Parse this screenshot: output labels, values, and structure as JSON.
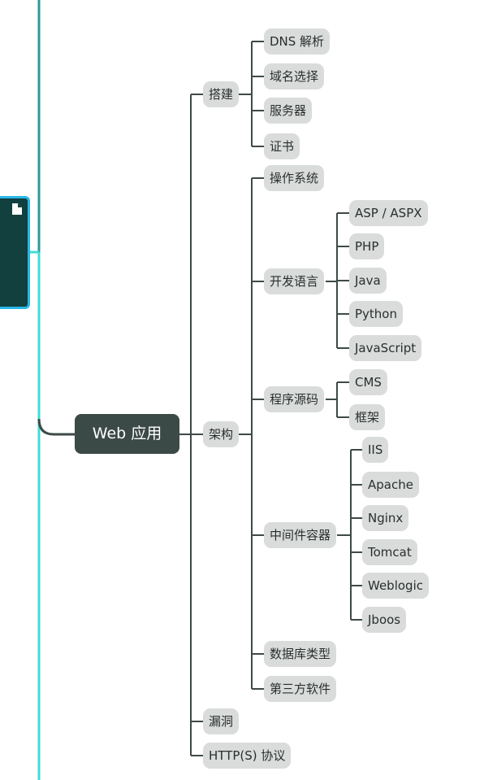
{
  "root": {
    "label": "Web 应用"
  },
  "branches": [
    {
      "label": "搭建",
      "children": [
        {
          "label": "DNS 解析"
        },
        {
          "label": "域名选择"
        },
        {
          "label": "服务器"
        },
        {
          "label": "证书"
        }
      ]
    },
    {
      "label": "架构",
      "children": [
        {
          "label": "操作系统"
        },
        {
          "label": "开发语言",
          "children": [
            {
              "label": "ASP / ASPX"
            },
            {
              "label": "PHP"
            },
            {
              "label": "Java"
            },
            {
              "label": "Python"
            },
            {
              "label": "JavaScript"
            }
          ]
        },
        {
          "label": "程序源码",
          "children": [
            {
              "label": "CMS"
            },
            {
              "label": "框架"
            }
          ]
        },
        {
          "label": "中间件容器",
          "children": [
            {
              "label": "IIS"
            },
            {
              "label": "Apache"
            },
            {
              "label": "Nginx"
            },
            {
              "label": "Tomcat"
            },
            {
              "label": "Weblogic"
            },
            {
              "label": "Jboos"
            }
          ]
        },
        {
          "label": "数据库类型"
        },
        {
          "label": "第三方软件"
        }
      ]
    },
    {
      "label": "漏洞"
    },
    {
      "label": "HTTP(S) 协议"
    }
  ],
  "colors": {
    "connector": "#3e4a48",
    "outer_line_teal": "#2d9a9a",
    "outer_line_cyan": "#40dcd6",
    "node_bg": "#d9dcdb",
    "root_bg": "#3c4a47",
    "doc_card_bg": "#11403f",
    "doc_card_border": "#2ab6e8"
  },
  "icons": {
    "doc_card": "document-icon"
  }
}
